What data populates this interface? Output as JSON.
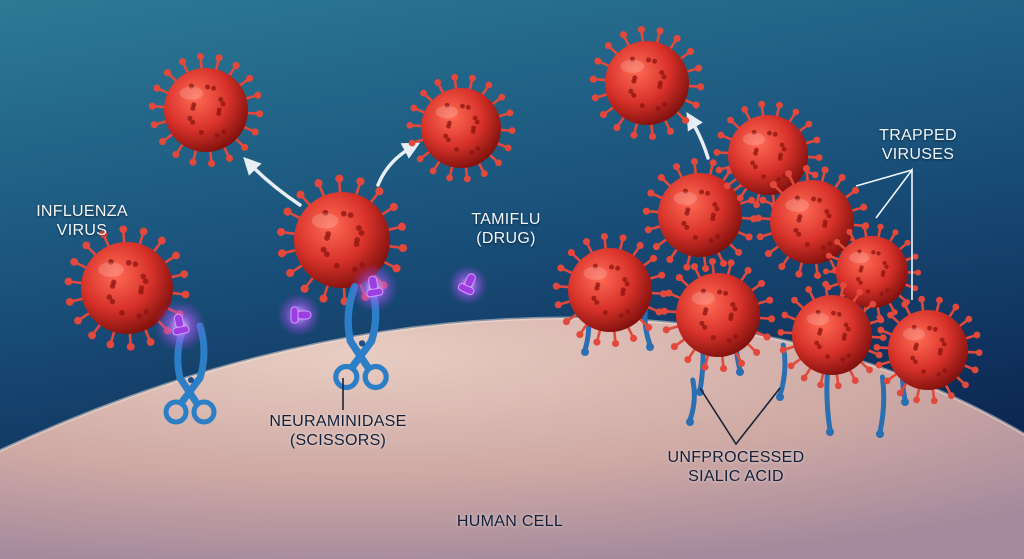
{
  "labels": {
    "influenza": [
      "INFLUENZA",
      "VIRUS"
    ],
    "tamiflu": [
      "TAMIFLU",
      "(DRUG)"
    ],
    "trapped": [
      "TRAPPED",
      "VIRUSES"
    ],
    "neuraminidase": [
      "NEURAMINIDASE",
      "(SCISSORS)"
    ],
    "sialic": [
      "UNFPROCESSED",
      "SIALIC ACID"
    ],
    "cell": "HUMAN CELL"
  },
  "colors": {
    "virus": "#d8322a",
    "virus_dark": "#8e1410",
    "spike": "#e2483c",
    "scissors": "#2c7fc6",
    "drug": "#9b3fe0",
    "drug_glow": "#d59bff",
    "cell_surface": "#d9b7ae",
    "background_top": "#2a6f90",
    "background_bottom": "#0c2552"
  },
  "icons": [
    "virus-icon",
    "scissors-icon",
    "drug-capsule-icon",
    "arrow-icon"
  ]
}
